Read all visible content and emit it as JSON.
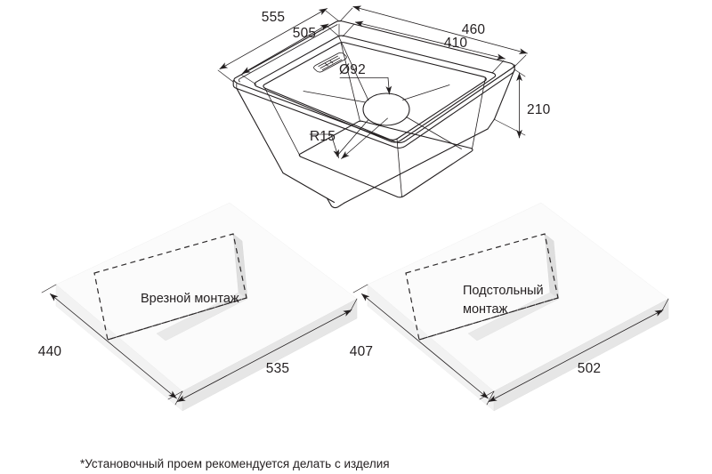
{
  "document": {
    "type": "technical-drawing",
    "subject": "kitchen-sink",
    "background_color": "#ffffff",
    "line_color": "#231f20",
    "slab_color": "#fbfbfb"
  },
  "sink_view": {
    "title": "",
    "dimensions": {
      "overall_width": "555",
      "bowl_width": "505",
      "overall_depth": "460",
      "bowl_depth": "410",
      "height": "210",
      "drain_diameter": "Ø92",
      "corner_radius": "R15"
    },
    "features": {
      "overflow_slot": "overflow-slot",
      "drain_hole": "drain-hole"
    }
  },
  "cutouts": [
    {
      "id": "flush-mount",
      "label": "Врезной монтаж",
      "label_lines": [
        "Врезной монтаж"
      ],
      "depth": "440",
      "width": "535"
    },
    {
      "id": "undermount",
      "label": "Подстольный монтаж",
      "label_lines": [
        "Подстольный",
        "монтаж"
      ],
      "depth": "407",
      "width": "502"
    }
  ],
  "footnote": {
    "text": "*Установочный проем рекомендуется делать с изделия"
  }
}
